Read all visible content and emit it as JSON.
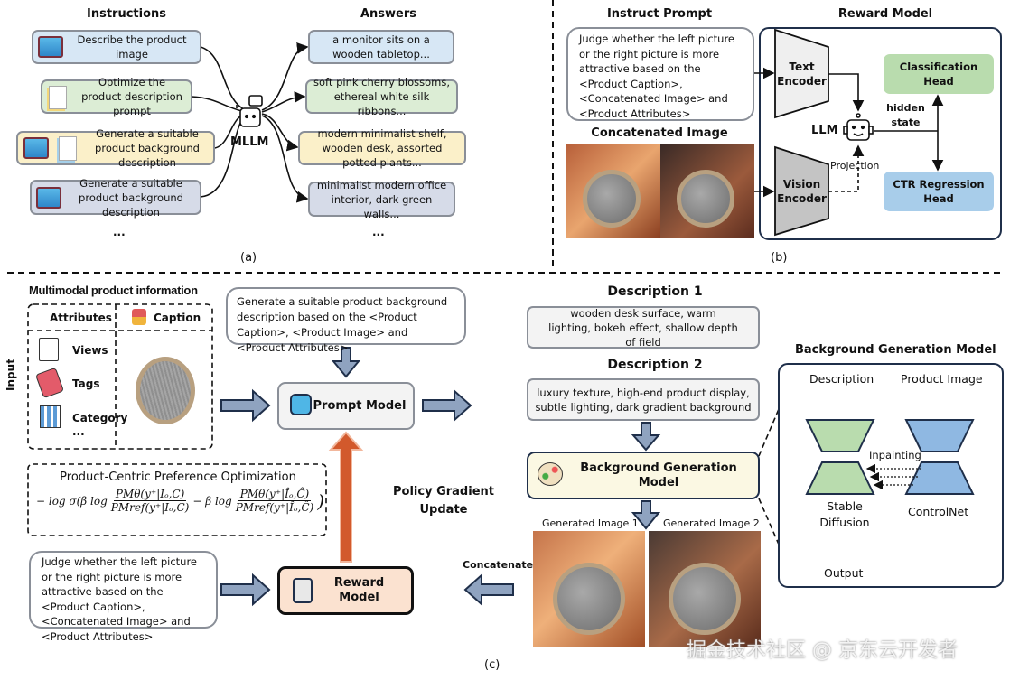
{
  "panel_a": {
    "instructions_title": "Instructions",
    "answers_title": "Answers",
    "center_label": "MLLM",
    "caption": "(a)",
    "ellipsis": "...",
    "instructions": [
      {
        "text": "Describe the product image",
        "color": "#d7e7f5",
        "icons": [
          "image-icon"
        ]
      },
      {
        "text": "Optimize the product description prompt",
        "color": "#dcedd5",
        "icons": [
          "document-icon"
        ]
      },
      {
        "text": "Generate a suitable product background description",
        "color": "#fbf0c9",
        "icons": [
          "image-icon",
          "document-icon"
        ]
      },
      {
        "text": "Generate a suitable product background description",
        "color": "#d6dbe8",
        "icons": [
          "image-icon"
        ]
      }
    ],
    "answers": [
      {
        "text": "a monitor sits on a wooden tabletop...",
        "color": "#d7e7f5"
      },
      {
        "text": "soft pink cherry blossoms, ethereal white silk ribbons...",
        "color": "#dcedd5"
      },
      {
        "text": "modern minimalist shelf, wooden desk, assorted potted plants...",
        "color": "#fbf0c9"
      },
      {
        "text": "minimalist modern office interior, dark green walls...",
        "color": "#d6dbe8"
      }
    ]
  },
  "panel_b": {
    "instruct_title": "Instruct Prompt",
    "prompt": "Judge whether the left picture or the right picture is more attractive based on the <Product Caption>, <Concatenated Image> and <Product Attributes>",
    "concat_title": "Concatenated Image",
    "reward_title": "Reward Model",
    "text_encoder": "Text Encoder",
    "vision_encoder": "Vision Encoder",
    "llm": "LLM",
    "projection": "Projection",
    "hidden_state": "hidden state",
    "classification_head": "Classification Head",
    "ctr_head": "CTR Regression Head",
    "caption": "(b)",
    "colors": {
      "classification": "#b9dcae",
      "ctr": "#a8cdea"
    }
  },
  "panel_c": {
    "input_label": "Input",
    "multimodal_title": "Multimodal product information",
    "attributes_header": "Attributes",
    "caption_header": "Caption",
    "attributes": [
      {
        "label": "Views",
        "icon": "magnifier-document-icon"
      },
      {
        "label": "Tags",
        "icon": "price-tag-icon"
      },
      {
        "label": "Category",
        "icon": "grid-icon"
      }
    ],
    "attributes_more": "...",
    "prompt_instruction": "Generate a suitable product background description based on the <Product Caption>, <Product Image> and <Product Attributes>",
    "prompt_model": "Prompt Model",
    "reward_model": "Reward Model",
    "pcpo_title": "Product-Centric Preference Optimization",
    "formula": {
      "prefix": "− log σ(β log",
      "num1": "PMθ(y⁺|Iₒ,C)",
      "den1": "PMref(y⁺|Iₒ,C)",
      "mid": "− β log",
      "num2": "PMθ(y⁺|Îₒ,Ĉ)",
      "den2": "PMref(y⁺|Îₒ,Ĉ)",
      "suffix": ")"
    },
    "policy_update": "Policy Gradient Update",
    "judge_prompt": "Judge whether the left picture or the right picture is more attractive based on the <Product Caption>, <Concatenated Image> and <Product Attributes>",
    "concatenate": "Concatenate",
    "desc1_title": "Description 1",
    "desc1": "wooden desk surface, warm lighting, bokeh effect, shallow depth of field",
    "desc2_title": "Description 2",
    "desc2": "luxury texture, high-end product display, subtle lighting, dark gradient background",
    "bgm": "Background Generation Model",
    "gen1": "Generated Image 1",
    "gen2": "Generated Image 2",
    "bgm_detail": {
      "title": "Background Generation Model",
      "description": "Description",
      "product_image": "Product Image",
      "inpainting": "Inpainting",
      "stable_diffusion": "Stable Diffusion",
      "controlnet": "ControlNet",
      "output": "Output"
    },
    "caption": "(c)",
    "colors": {
      "arrow": "#8fa3c0",
      "policy_arrow": "#d2592c",
      "reward_box": "#fbe2d0",
      "bgm_box": "#fbf8e3",
      "sd": "#b9dcae",
      "controlnet": "#8fb8e2"
    }
  },
  "watermark": "掘金技术社区 @ 京东云开发者"
}
